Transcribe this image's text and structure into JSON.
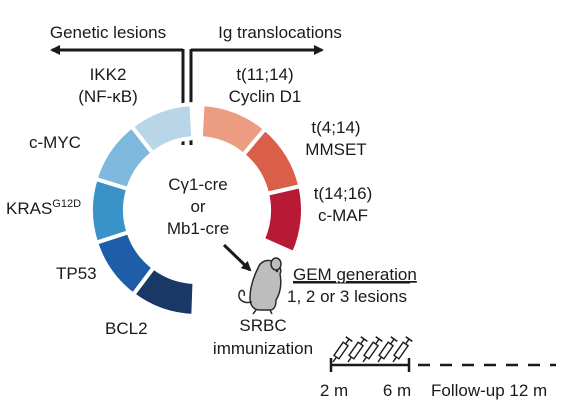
{
  "headers": {
    "left": "Genetic lesions",
    "right": "Ig translocations"
  },
  "center": {
    "line1": "Cγ1-cre",
    "line2": "or",
    "line3": "Mb1-cre"
  },
  "left_segments": [
    {
      "label_lines": [
        "IKK2",
        "(NF-κB)"
      ],
      "color": "#b8d6e8"
    },
    {
      "label_lines": [
        "c-MYC"
      ],
      "color": "#7eb8dc"
    },
    {
      "label_lines": [
        "KRAS"
      ],
      "superscript": "G12D",
      "color": "#3a93c8"
    },
    {
      "label_lines": [
        "TP53"
      ],
      "color": "#1e5ea8"
    },
    {
      "label_lines": [
        "BCL2"
      ],
      "color": "#1a3866"
    }
  ],
  "right_segments": [
    {
      "label_lines": [
        "t(11;14)",
        "Cyclin D1"
      ],
      "color": "#ec9c80"
    },
    {
      "label_lines": [
        "t(4;14)",
        "MMSET"
      ],
      "color": "#d95f4a"
    },
    {
      "label_lines": [
        "t(14;16)",
        "c-MAF"
      ],
      "color": "#b81a35"
    }
  ],
  "gem": {
    "title": "GEM generation",
    "subtitle": "1, 2 or 3 lesions"
  },
  "srbc": {
    "line1": "SRBC",
    "line2": "immunization"
  },
  "timeline": {
    "t1": "2 m",
    "t2": "6 m",
    "followup": "Follow-up 12 m",
    "syringe_count": 5
  },
  "icons": {
    "mouse": "mouse-icon",
    "syringe": "syringe-icon",
    "arrow": "diagonal-arrow-icon"
  }
}
